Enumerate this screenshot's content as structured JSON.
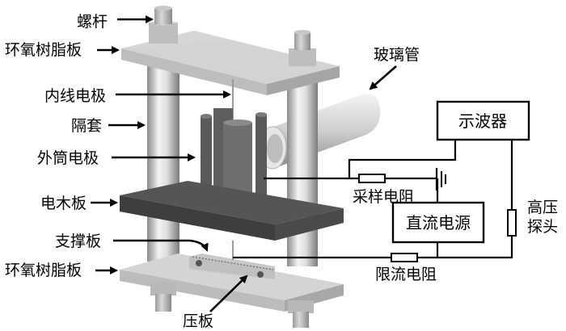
{
  "figure": {
    "type": "experimental-apparatus-schematic",
    "labels": {
      "screw_rod": "螺杆",
      "epoxy_plate_top": "环氧树脂板",
      "inner_wire_electrode": "内线电极",
      "spacer_sleeve": "隔套",
      "outer_cylinder_electrode": "外筒电极",
      "bakelite_plate": "电木板",
      "support_plate": "支撑板",
      "epoxy_plate_bottom": "环氧树脂板",
      "pressing_plate": "压板",
      "glass_tube": "玻璃管",
      "oscilloscope": "示波器",
      "sampling_resistor": "采样电阻",
      "dc_power_supply": "直流电源",
      "high_voltage_probe_line1": "高压",
      "high_voltage_probe_line2": "探头",
      "current_limiting_resistor": "限流电阻"
    },
    "colors": {
      "epoxy_plate": "#c8c8c8",
      "bakelite_plate": "#4a4a4a",
      "electrode": "#6a6a6a",
      "pillar_light": "#f0f0f0",
      "pillar_dark": "#8a8a8a",
      "wire": "#000000"
    }
  }
}
